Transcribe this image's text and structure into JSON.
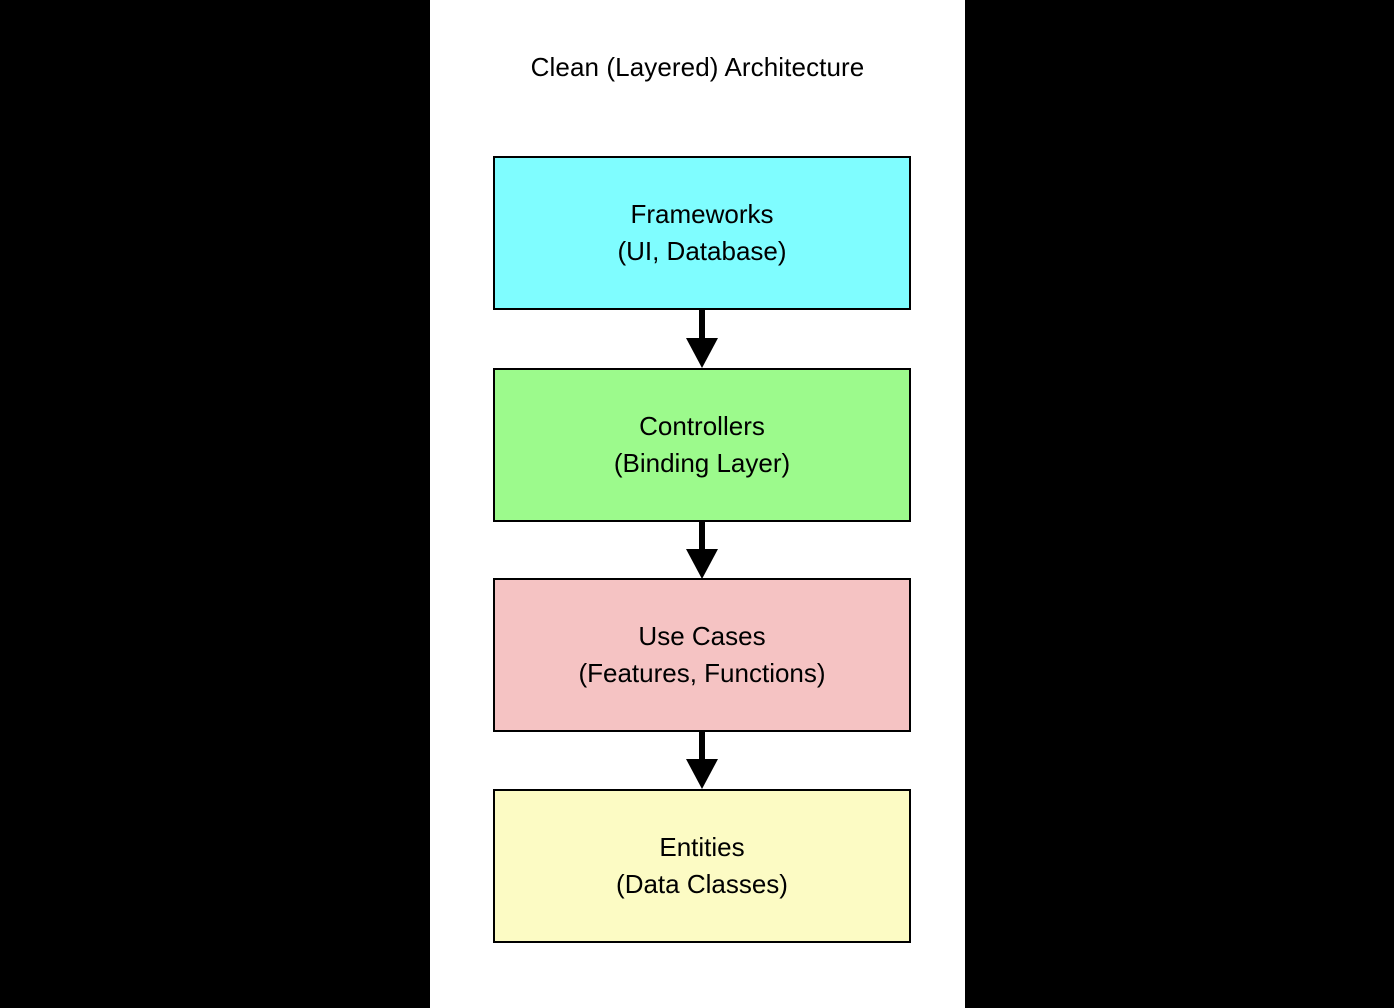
{
  "diagram": {
    "title": "Clean (Layered) Architecture",
    "background_color": "#ffffff",
    "letterbox_color": "#000000",
    "border_color": "#000000",
    "text_color": "#000000",
    "layers": [
      {
        "id": "frameworks",
        "title": "Frameworks",
        "subtitle": "(UI, Database)",
        "fill_color": "#7ffdff"
      },
      {
        "id": "controllers",
        "title": "Controllers",
        "subtitle": "(Binding Layer)",
        "fill_color": "#9cfa8c"
      },
      {
        "id": "usecases",
        "title": "Use Cases",
        "subtitle": "(Features, Functions)",
        "fill_color": "#f5c3c3"
      },
      {
        "id": "entities",
        "title": "Entities",
        "subtitle": "(Data Classes)",
        "fill_color": "#fcfbc4"
      }
    ],
    "arrows": [
      {
        "id": "arrow-frameworks-to-controllers",
        "from": "frameworks",
        "to": "controllers",
        "direction": "down"
      },
      {
        "id": "arrow-controllers-to-usecases",
        "from": "controllers",
        "to": "usecases",
        "direction": "down"
      },
      {
        "id": "arrow-usecases-to-entities",
        "from": "usecases",
        "to": "entities",
        "direction": "down"
      }
    ]
  }
}
